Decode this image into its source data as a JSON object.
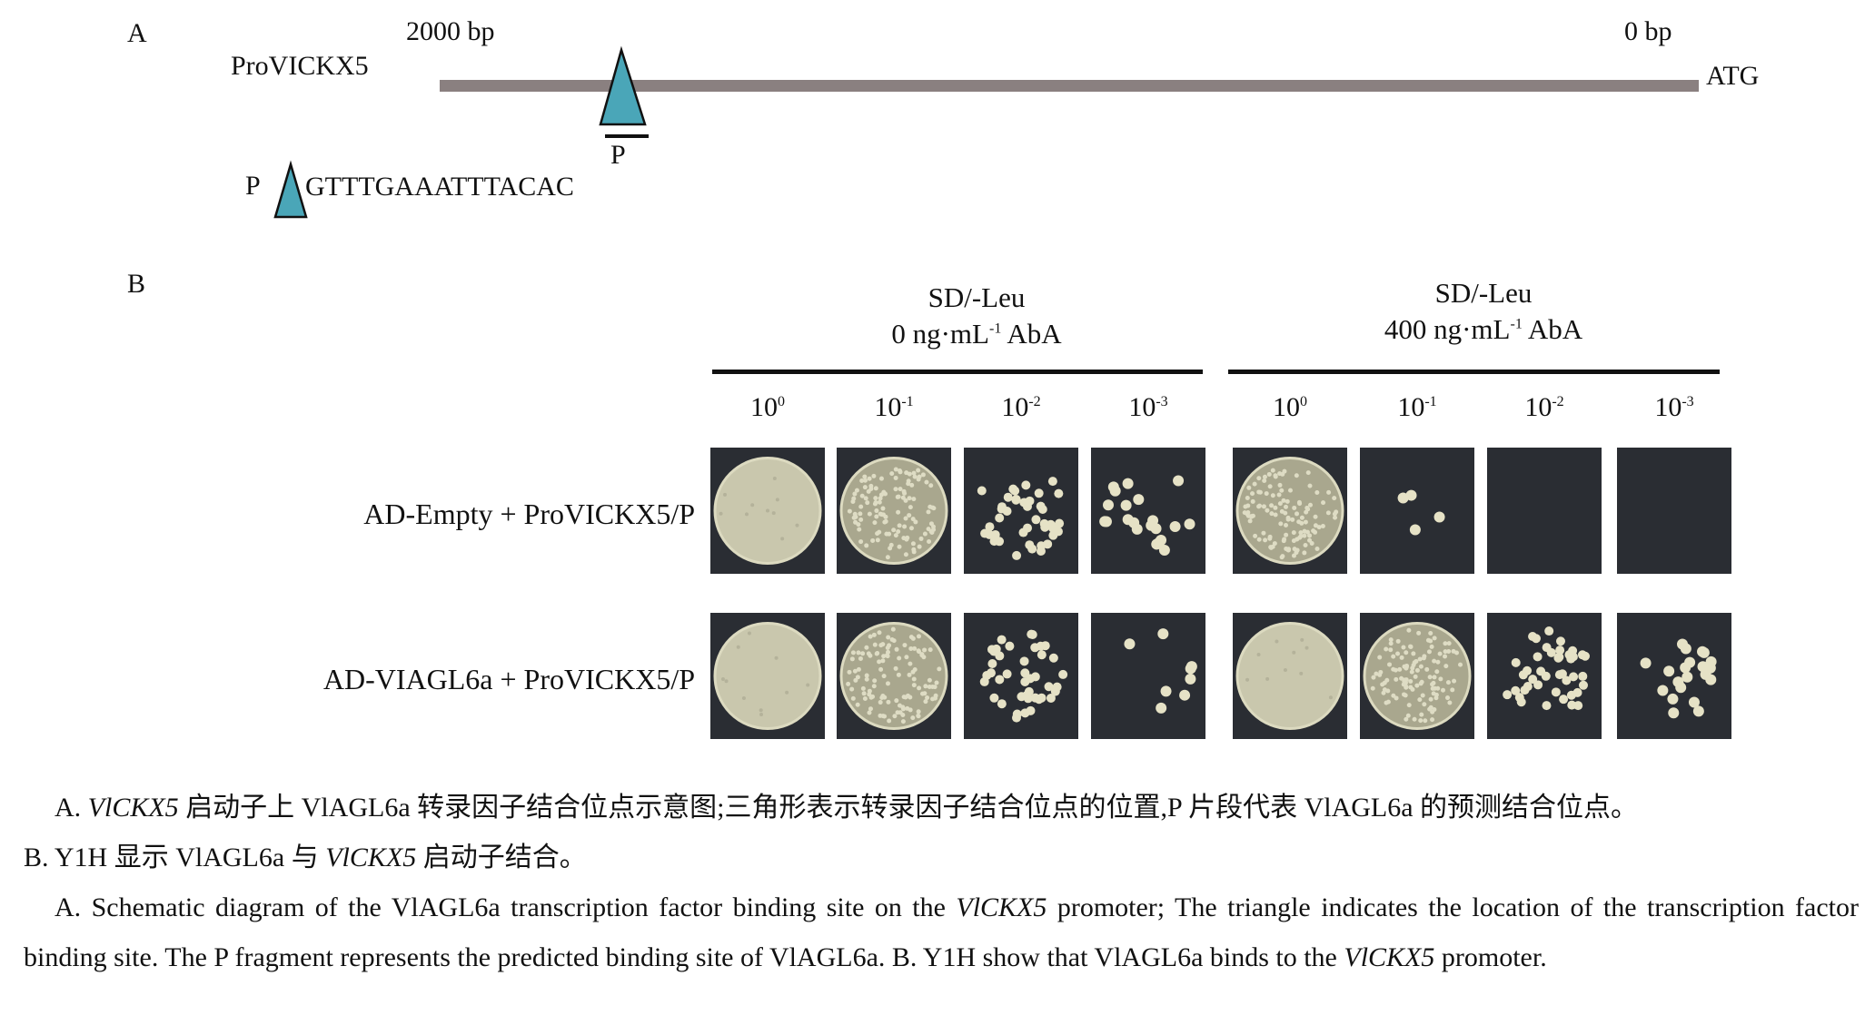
{
  "panel_a": {
    "letter": "A",
    "promoter_name": "ProVICKX5",
    "left_end": "2000 bp",
    "right_end": "0 bp",
    "start_codon": "ATG",
    "fragment_label": "P",
    "motif_label": "P",
    "motif_sequence": "GTTTGAAATTTACAC",
    "colors": {
      "line": "#8a8080",
      "triangle": "#4aa6b8"
    }
  },
  "panel_b": {
    "letter": "B",
    "conditions": [
      {
        "medium": "SD/-Leu",
        "dose_value": "0 ng",
        "dose_unit_a": "mL",
        "dose_exp": "-1",
        "dose_suffix": "AbA"
      },
      {
        "medium": "SD/-Leu",
        "dose_value": "400 ng",
        "dose_unit_a": "mL",
        "dose_exp": "-1",
        "dose_suffix": "AbA"
      }
    ],
    "dilutions": [
      {
        "base": "10",
        "exp": "0"
      },
      {
        "base": "10",
        "exp": "-1"
      },
      {
        "base": "10",
        "exp": "-2"
      },
      {
        "base": "10",
        "exp": "-3"
      },
      {
        "base": "10",
        "exp": "0"
      },
      {
        "base": "10",
        "exp": "-1"
      },
      {
        "base": "10",
        "exp": "-2"
      },
      {
        "base": "10",
        "exp": "-3"
      }
    ],
    "rows": [
      {
        "label": "AD-Empty + ProVICKX5/P",
        "growth": [
          1.0,
          0.85,
          0.6,
          0.3,
          0.9,
          0.05,
          0.0,
          0.0
        ]
      },
      {
        "label": "AD-VIAGL6a + ProVICKX5/P",
        "growth": [
          1.0,
          0.85,
          0.6,
          0.12,
          1.0,
          0.85,
          0.6,
          0.3
        ]
      }
    ]
  },
  "caption": {
    "zh_line1_prefix": "A. ",
    "zh_line1_gene": "VlCKX5",
    "zh_line1_rest": " 启动子上 VlAGL6a 转录因子结合位点示意图;三角形表示转录因子结合位点的位置,P 片段代表 VlAGL6a 的预测结合位点。",
    "zh_line2_prefix": "B. Y1H 显示 VlAGL6a 与 ",
    "zh_line2_gene": "VlCKX5",
    "zh_line2_rest": " 启动子结合。",
    "en_part1": "A. Schematic diagram of the VlAGL6a transcription factor binding site on the ",
    "en_gene1": "VlCKX5",
    "en_part2": " promoter; The triangle indicates the location of the transcription factor binding site. The P fragment represents the predicted binding site of VlAGL6a. B. Y1H show that VlAGL6a binds to the ",
    "en_gene2": "VlCKX5",
    "en_part3": " promoter."
  }
}
